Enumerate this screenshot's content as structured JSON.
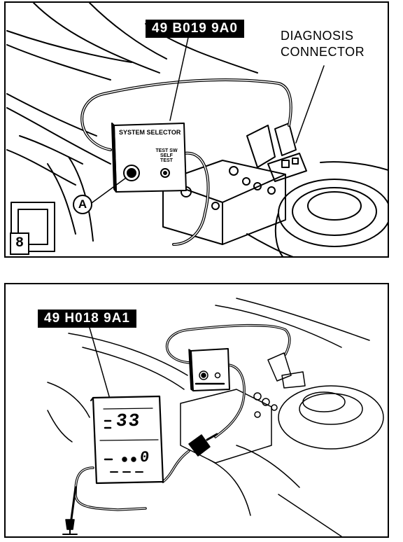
{
  "panel1": {
    "tool_label": "49 B019 9A0",
    "connector_label_line1": "DIAGNOSIS",
    "connector_label_line2": "CONNECTOR",
    "selector_title": "SYSTEM SELECTOR",
    "selector_test_line1": "TEST SW",
    "selector_test_line2": "SELF",
    "selector_test_line3": "TEST",
    "callout": "A",
    "panel_number": "8"
  },
  "panel2": {
    "tool_label": "49 H018 9A1",
    "display_value": "33",
    "display_small": "0"
  }
}
